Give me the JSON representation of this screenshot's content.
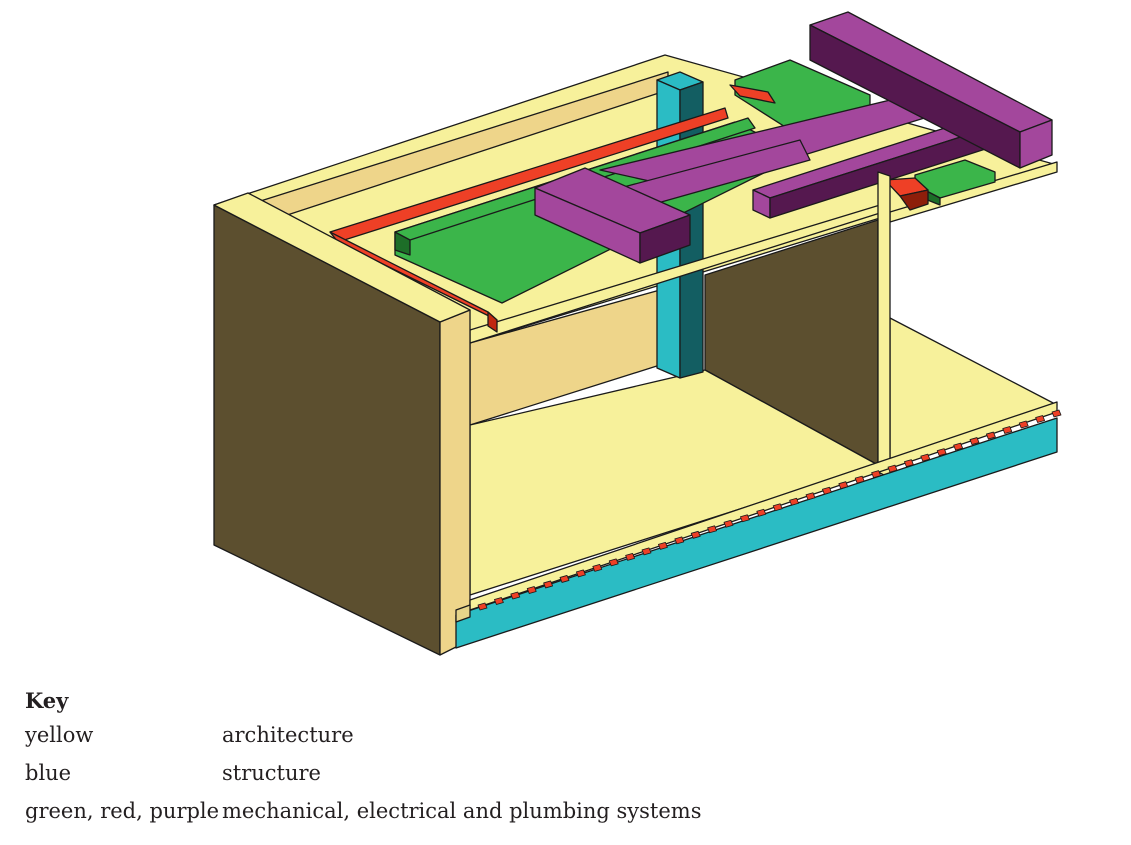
{
  "key": {
    "title": "Key",
    "rows": [
      {
        "color_name": "yellow",
        "description": "architecture"
      },
      {
        "color_name": "blue",
        "description": "structure"
      },
      {
        "color_name": "green, red, purple",
        "description": "mechanical, electrical and plumbing systems"
      }
    ]
  },
  "colors": {
    "architecture_light": "#f7f19b",
    "architecture_mid": "#eed58a",
    "architecture_dark": "#5c4f2f",
    "structure": "#2bbcc4",
    "structure_dark": "#135e62",
    "mep_green": "#3bb54a",
    "mep_red": "#ee4026",
    "mep_purple": "#a3479c",
    "mep_purple_dark": "#55184f"
  }
}
